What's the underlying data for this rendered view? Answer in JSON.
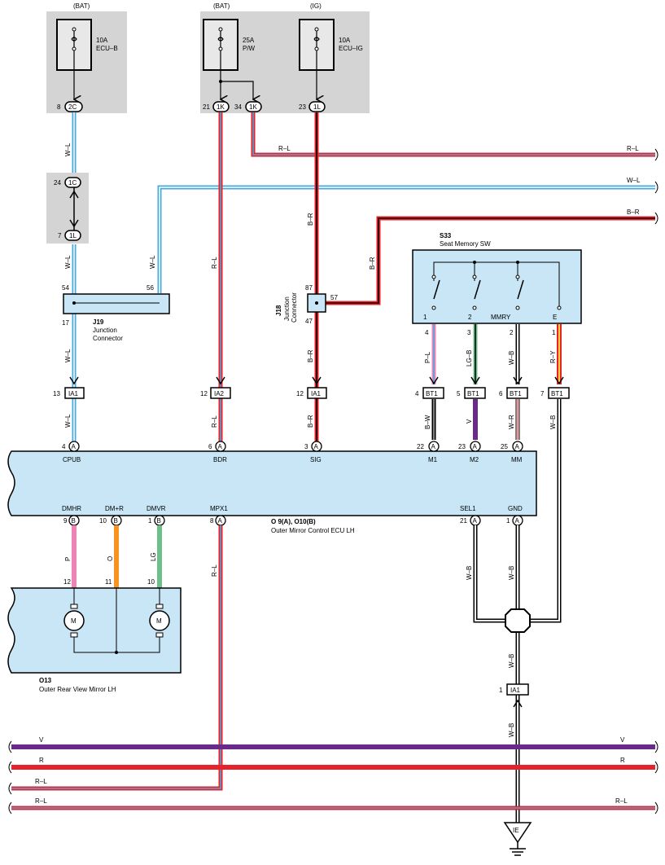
{
  "fuse_boxes": {
    "ecu_b": {
      "source": "(BAT)",
      "amp": "10A",
      "name": "ECU–B",
      "pin": "8",
      "conn": "2C"
    },
    "pw": {
      "source": "(BAT)",
      "amp": "25A",
      "name": "P/W",
      "pin1": "21",
      "conn1": "1K",
      "pin2": "34",
      "conn2": "1K"
    },
    "ecu_ig": {
      "source": "(IG)",
      "amp": "10A",
      "name": "ECU–IG",
      "pin": "23",
      "conn": "1L"
    }
  },
  "junction_1c": {
    "pin": "24",
    "conn": "1C"
  },
  "junction_1l": {
    "pin": "7",
    "conn": "1L"
  },
  "j19": {
    "code": "J19",
    "name_line1": "Junction",
    "name_line2": "Connector",
    "pin_in": "54",
    "pin_branch": "56",
    "pin_out": "17"
  },
  "j18": {
    "code": "J18",
    "name_line1": "Junction",
    "name_line2": "Connector",
    "pin_in": "87",
    "pin_branch": "57",
    "pin_out": "47"
  },
  "s33": {
    "code": "S33",
    "name": "Seat Memory SW",
    "terminals": [
      "1",
      "2",
      "MMRY",
      "E"
    ],
    "pins": [
      "4",
      "3",
      "2",
      "1"
    ]
  },
  "wire_colors": {
    "wl1": "W–L",
    "wl2": "W–L",
    "wl3": "W–L",
    "wl4": "W–L",
    "wl5": "W–L",
    "wl_right": "W–L",
    "rl_top": "R–L",
    "rl_top_right": "R–L",
    "rl_pw": "R–L",
    "rl_pw2": "R–L",
    "br1": "B–R",
    "br2": "B–R",
    "br3": "B–R",
    "br4": "B–R",
    "br_right": "B–R",
    "pl": "P–L",
    "lgb": "LG–B",
    "wb1": "W–B",
    "ry": "R–Y",
    "bw": "B–W",
    "v": "V",
    "wr": "W–R",
    "wb2": "W–B",
    "p": "P",
    "o": "O",
    "lg": "LG",
    "rl_mpx": "R–L",
    "wb3": "W–B",
    "wb4": "W–B",
    "wb5": "W–B",
    "wb6": "W–B"
  },
  "connectors": {
    "ia1_a": {
      "pin": "13",
      "name": "IA1"
    },
    "ia2": {
      "pin": "12",
      "name": "IA2"
    },
    "ia1_b": {
      "pin": "12",
      "name": "IA1"
    },
    "bt1_a": {
      "pin": "4",
      "name": "BT1"
    },
    "bt1_b": {
      "pin": "5",
      "name": "BT1"
    },
    "bt1_c": {
      "pin": "6",
      "name": "BT1"
    },
    "bt1_d": {
      "pin": "7",
      "name": "BT1"
    },
    "ia1_c": {
      "pin": "1",
      "name": "IA1"
    }
  },
  "ecu": {
    "code": "O 9(A), O10(B)",
    "name": "Outer Mirror Control ECU LH",
    "top_pins": [
      {
        "num": "4",
        "conn": "A",
        "label": "CPUB"
      },
      {
        "num": "6",
        "conn": "A",
        "label": "BDR"
      },
      {
        "num": "3",
        "conn": "A",
        "label": "SIG"
      },
      {
        "num": "22",
        "conn": "A",
        "label": "M1"
      },
      {
        "num": "23",
        "conn": "A",
        "label": "M2"
      },
      {
        "num": "25",
        "conn": "A",
        "label": "MM"
      }
    ],
    "bottom_pins": [
      {
        "num": "9",
        "conn": "B",
        "label": "DMHR"
      },
      {
        "num": "10",
        "conn": "B",
        "label": "DM+R"
      },
      {
        "num": "1",
        "conn": "B",
        "label": "DMVR"
      },
      {
        "num": "8",
        "conn": "A",
        "label": "MPX1"
      },
      {
        "num": "21",
        "conn": "A",
        "label": "SEL1"
      },
      {
        "num": "1",
        "conn": "A",
        "label": "GND"
      }
    ]
  },
  "mirror": {
    "code": "O13",
    "name": "Outer Rear View Mirror LH",
    "pins": [
      "12",
      "11",
      "10"
    ],
    "motor": "M"
  },
  "bus_lines": [
    {
      "left": "V",
      "right": "V",
      "color": "#6a2a8c"
    },
    {
      "left": "R",
      "right": "R",
      "color": "#e8222a"
    },
    {
      "left": "R–L",
      "right": "",
      "color": "#e8222a"
    },
    {
      "left": "R–L",
      "right": "R–L",
      "color": "#e8222a"
    }
  ],
  "ground": {
    "name": "IE"
  },
  "colors": {
    "panel_gray": "#d4d4d4",
    "ecu_blue": "#c8e6f5",
    "wire_blue": "#4aa9dd",
    "wire_red": "#e8222a",
    "wire_purple": "#6a2a8c",
    "wire_pink": "#ef84b4",
    "wire_orange": "#f7931e",
    "wire_green": "#6cc08a",
    "wire_yellow": "#f4d03f"
  }
}
